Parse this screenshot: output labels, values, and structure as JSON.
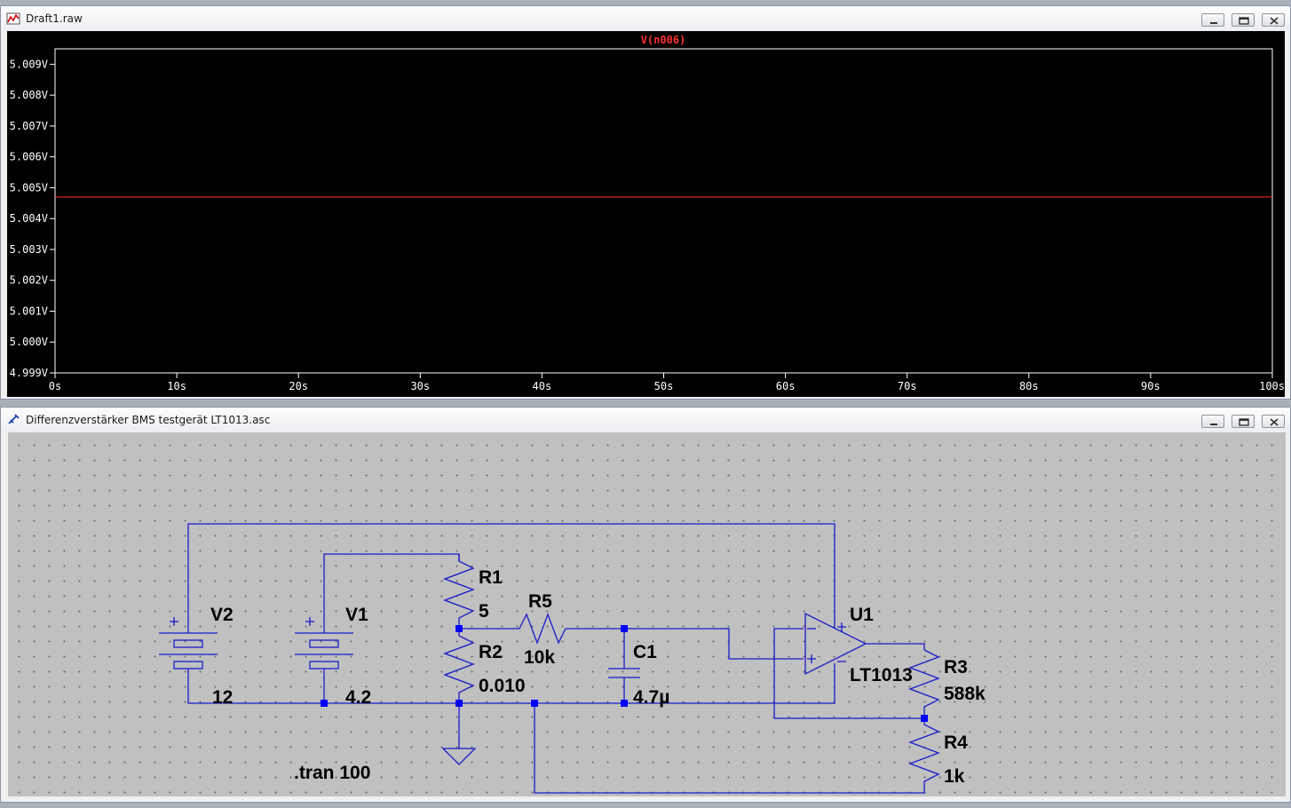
{
  "plot_window": {
    "title": "Draft1.raw",
    "trace_label": "V(n006)",
    "trace_color": "#ff3030",
    "icon": "waveform-icon"
  },
  "chart_data": {
    "type": "line",
    "series": [
      {
        "name": "V(n006)",
        "x": [
          0,
          100
        ],
        "y": [
          5.0047,
          5.0047
        ]
      }
    ],
    "xlim": [
      0,
      100
    ],
    "ylim": [
      4.999,
      5.0095
    ],
    "x_ticks": [
      "0s",
      "10s",
      "20s",
      "30s",
      "40s",
      "50s",
      "60s",
      "70s",
      "80s",
      "90s",
      "100s"
    ],
    "x_tick_values": [
      0,
      10,
      20,
      30,
      40,
      50,
      60,
      70,
      80,
      90,
      100
    ],
    "y_ticks": [
      "5.009V",
      "5.008V",
      "5.007V",
      "5.006V",
      "5.005V",
      "5.004V",
      "5.003V",
      "5.002V",
      "5.001V",
      "5.000V",
      "4.999V"
    ],
    "y_tick_values": [
      5.009,
      5.008,
      5.007,
      5.006,
      5.005,
      5.004,
      5.003,
      5.002,
      5.001,
      5.0,
      4.999
    ],
    "background": "#000000",
    "axis_color": "#ffffff",
    "grid": false
  },
  "schematic_window": {
    "title": "Differenzverstärker BMS testgerät LT1013.asc",
    "icon": "schematic-icon",
    "wire_color": "#1a1acc",
    "junction_color": "#0000ff",
    "components": {
      "v2": {
        "name": "V2",
        "value": "12"
      },
      "v1": {
        "name": "V1",
        "value": "4.2"
      },
      "r1": {
        "name": "R1",
        "value": "5"
      },
      "r2": {
        "name": "R2",
        "value": "0.010"
      },
      "r5": {
        "name": "R5",
        "value": "10k"
      },
      "c1": {
        "name": "C1",
        "value": "4.7µ"
      },
      "u1": {
        "name": "U1",
        "value": "LT1013"
      },
      "r3": {
        "name": "R3",
        "value": "588k"
      },
      "r4": {
        "name": "R4",
        "value": "1k"
      }
    },
    "directive": ".tran 100"
  }
}
